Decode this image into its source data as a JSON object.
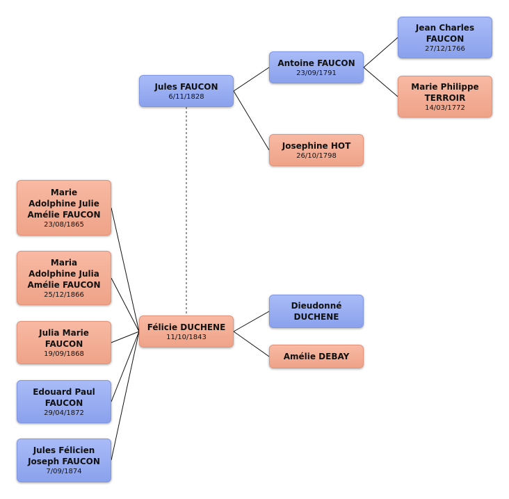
{
  "persons": {
    "jules": {
      "name": "Jules FAUCON",
      "date": "6/11/1828",
      "gender_color": "#98adf2"
    },
    "antoine": {
      "name": "Antoine FAUCON",
      "date": "23/09/1791",
      "gender_color": "#98adf2"
    },
    "jeancharles": {
      "name": "Jean Charles FAUCON",
      "date": "27/12/1766",
      "gender_color": "#98adf2"
    },
    "mariephilippe": {
      "name": "Marie Philippe TERROIR",
      "date": "14/03/1772",
      "gender_color": "#f3ad94"
    },
    "josephine": {
      "name": "Josephine HOT",
      "date": "26/10/1798",
      "gender_color": "#f3ad94"
    },
    "felicie": {
      "name": "Félicie DUCHENE",
      "date": "11/10/1843",
      "gender_color": "#f3ad94"
    },
    "dieudonne": {
      "name": "Dieudonné DUCHENE",
      "date": "",
      "gender_color": "#98adf2"
    },
    "amelie": {
      "name": "Amélie DEBAY",
      "date": "",
      "gender_color": "#f3ad94"
    },
    "c1": {
      "name": "Marie Adolphine Julie Amélie FAUCON",
      "date": "23/08/1865",
      "gender_color": "#f3ad94"
    },
    "c2": {
      "name": "Maria Adolphine Julia Amélie FAUCON",
      "date": "25/12/1866",
      "gender_color": "#f3ad94"
    },
    "c3": {
      "name": "Julia Marie FAUCON",
      "date": "19/09/1868",
      "gender_color": "#f3ad94"
    },
    "c4": {
      "name": "Edouard Paul FAUCON",
      "date": "29/04/1872",
      "gender_color": "#98adf2"
    },
    "c5": {
      "name": "Jules Félicien Joseph FAUCON",
      "date": "7/09/1874",
      "gender_color": "#98adf2"
    }
  }
}
